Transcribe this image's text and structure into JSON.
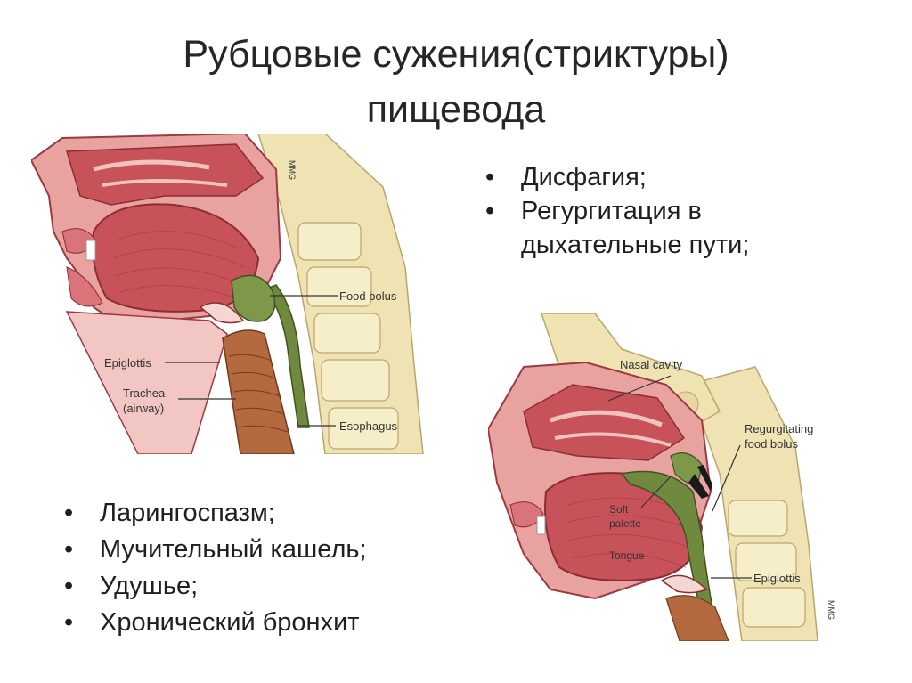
{
  "slide": {
    "title_line1": "Рубцовые сужения(стриктуры)",
    "title_line2": "пищевода"
  },
  "bullets_top": [
    {
      "text": "Дисфагия;"
    },
    {
      "text": "Регургитация в"
    },
    {
      "text": "дыхательные пути;"
    }
  ],
  "bullets_bottom": [
    {
      "text": "Ларингоспазм;"
    },
    {
      "text": "Мучительный кашель;"
    },
    {
      "text": "Удушье;"
    },
    {
      "text": "Хронический бронхит"
    }
  ],
  "figure1": {
    "labels": {
      "food_bolus": "Food bolus",
      "epiglottis": "Epiglottis",
      "trachea": "Trachea",
      "trachea_sub": "(airway)",
      "esophagus": "Esophagus"
    },
    "watermark": "MMG"
  },
  "figure2": {
    "labels": {
      "nasal_cavity": "Nasal cavity",
      "regurgitating": "Regurgitating",
      "food_bolus": "food bolus",
      "soft": "Soft",
      "palette": "palette",
      "tongue": "Tongue",
      "epiglottis": "Epiglottis"
    },
    "watermark": "MMG"
  },
  "colors": {
    "tissue_red": "#c8525a",
    "tissue_pink": "#e8a3a0",
    "bone": "#efe3b4",
    "bolus_green": "#6f8a3f",
    "trachea_brown": "#b46a3e"
  }
}
